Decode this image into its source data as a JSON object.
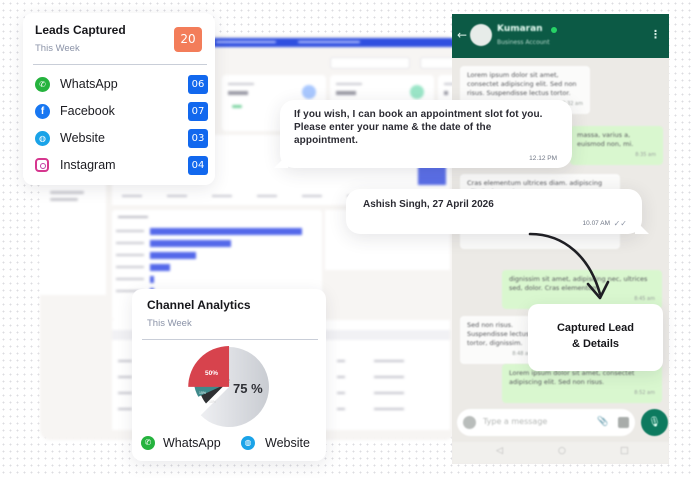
{
  "leads_card": {
    "title": "Leads Captured",
    "subtitle": "This Week",
    "total": "20",
    "total_color": "#f37d5a",
    "channels": [
      {
        "name": "WhatsApp",
        "count": "06",
        "icon": "whatsapp-icon",
        "icon_glyph": "✆"
      },
      {
        "name": "Facebook",
        "count": "07",
        "icon": "facebook-icon",
        "icon_glyph": "f"
      },
      {
        "name": "Website",
        "count": "03",
        "icon": "globe-icon",
        "icon_glyph": "◍"
      },
      {
        "name": "Instagram",
        "count": "04",
        "icon": "instagram-icon",
        "icon_glyph": ""
      }
    ],
    "count_color": "#1268ee"
  },
  "chat": {
    "contact_name": "Kumaran",
    "contact_status": "Business Account",
    "back_glyph": "←",
    "menu_glyph": "⋮",
    "background_messages": [
      {
        "dir": "in",
        "text": "Lorem ipsum dolor sit amet, consectet adipiscing elit. Sed non risus. Suspendisse lectus tortor.",
        "time": "8:32 am"
      },
      {
        "dir": "out",
        "text": "massa, varius a, euismod non, mi.",
        "time": "8:35 am"
      },
      {
        "dir": "in",
        "text": "Cras elementum ultrices diam. adipiscing elit. Sed non risus.",
        "time": "8:40 am"
      },
      {
        "dir": "out",
        "text": "dignissim sit amet, adipiscing nec, ultrices sed, dolor. Cras elementum.",
        "time": "8:45 am"
      },
      {
        "dir": "in",
        "text": "Sed non risus. Suspendisse lectus tortor, dignissim.",
        "time": "8:48 am"
      },
      {
        "dir": "out",
        "text": "Lorem ipsum dolor sit amet, consectet adipiscing elit. Sed non risus.",
        "time": "8:52 am"
      }
    ],
    "input_placeholder": "Type a message",
    "attach_glyph": "📎",
    "mic_glyph": "🎙",
    "nav": [
      "◁",
      "○",
      "□"
    ]
  },
  "bot_message": {
    "text": "If you wish, I can book an appointment slot fot you. Please enter your name & the date of the appointment.",
    "time": "12.12 PM"
  },
  "user_message": {
    "text": "Ashish Singh, 27 April 2026",
    "time": "10.07 AM",
    "ticks": "✓✓"
  },
  "captured_card": {
    "line1": "Captured Lead",
    "line2": "& Details"
  },
  "channel_card": {
    "title": "Channel Analytics",
    "subtitle": "This Week",
    "legend": [
      {
        "name": "WhatsApp",
        "icon": "whatsapp-icon",
        "icon_glyph": "✆",
        "color": "#25b33e"
      },
      {
        "name": "Website",
        "icon": "globe-icon",
        "icon_glyph": "◍",
        "color": "#1aa3e8"
      }
    ]
  },
  "chart_data": {
    "type": "pie",
    "title": "Channel Analytics",
    "subtitle": "This Week",
    "slices": [
      {
        "label": "75 %",
        "value": 75,
        "color": "#d6d8dd"
      },
      {
        "label": "10%",
        "value": 8,
        "color": "#2e3033"
      },
      {
        "label": "15%",
        "value": 8,
        "color": "#3f8a8b"
      },
      {
        "label": "50%",
        "value": 25,
        "color": "#d7434d"
      }
    ],
    "center_label": "75 %",
    "legend": [
      "WhatsApp",
      "Website"
    ]
  }
}
